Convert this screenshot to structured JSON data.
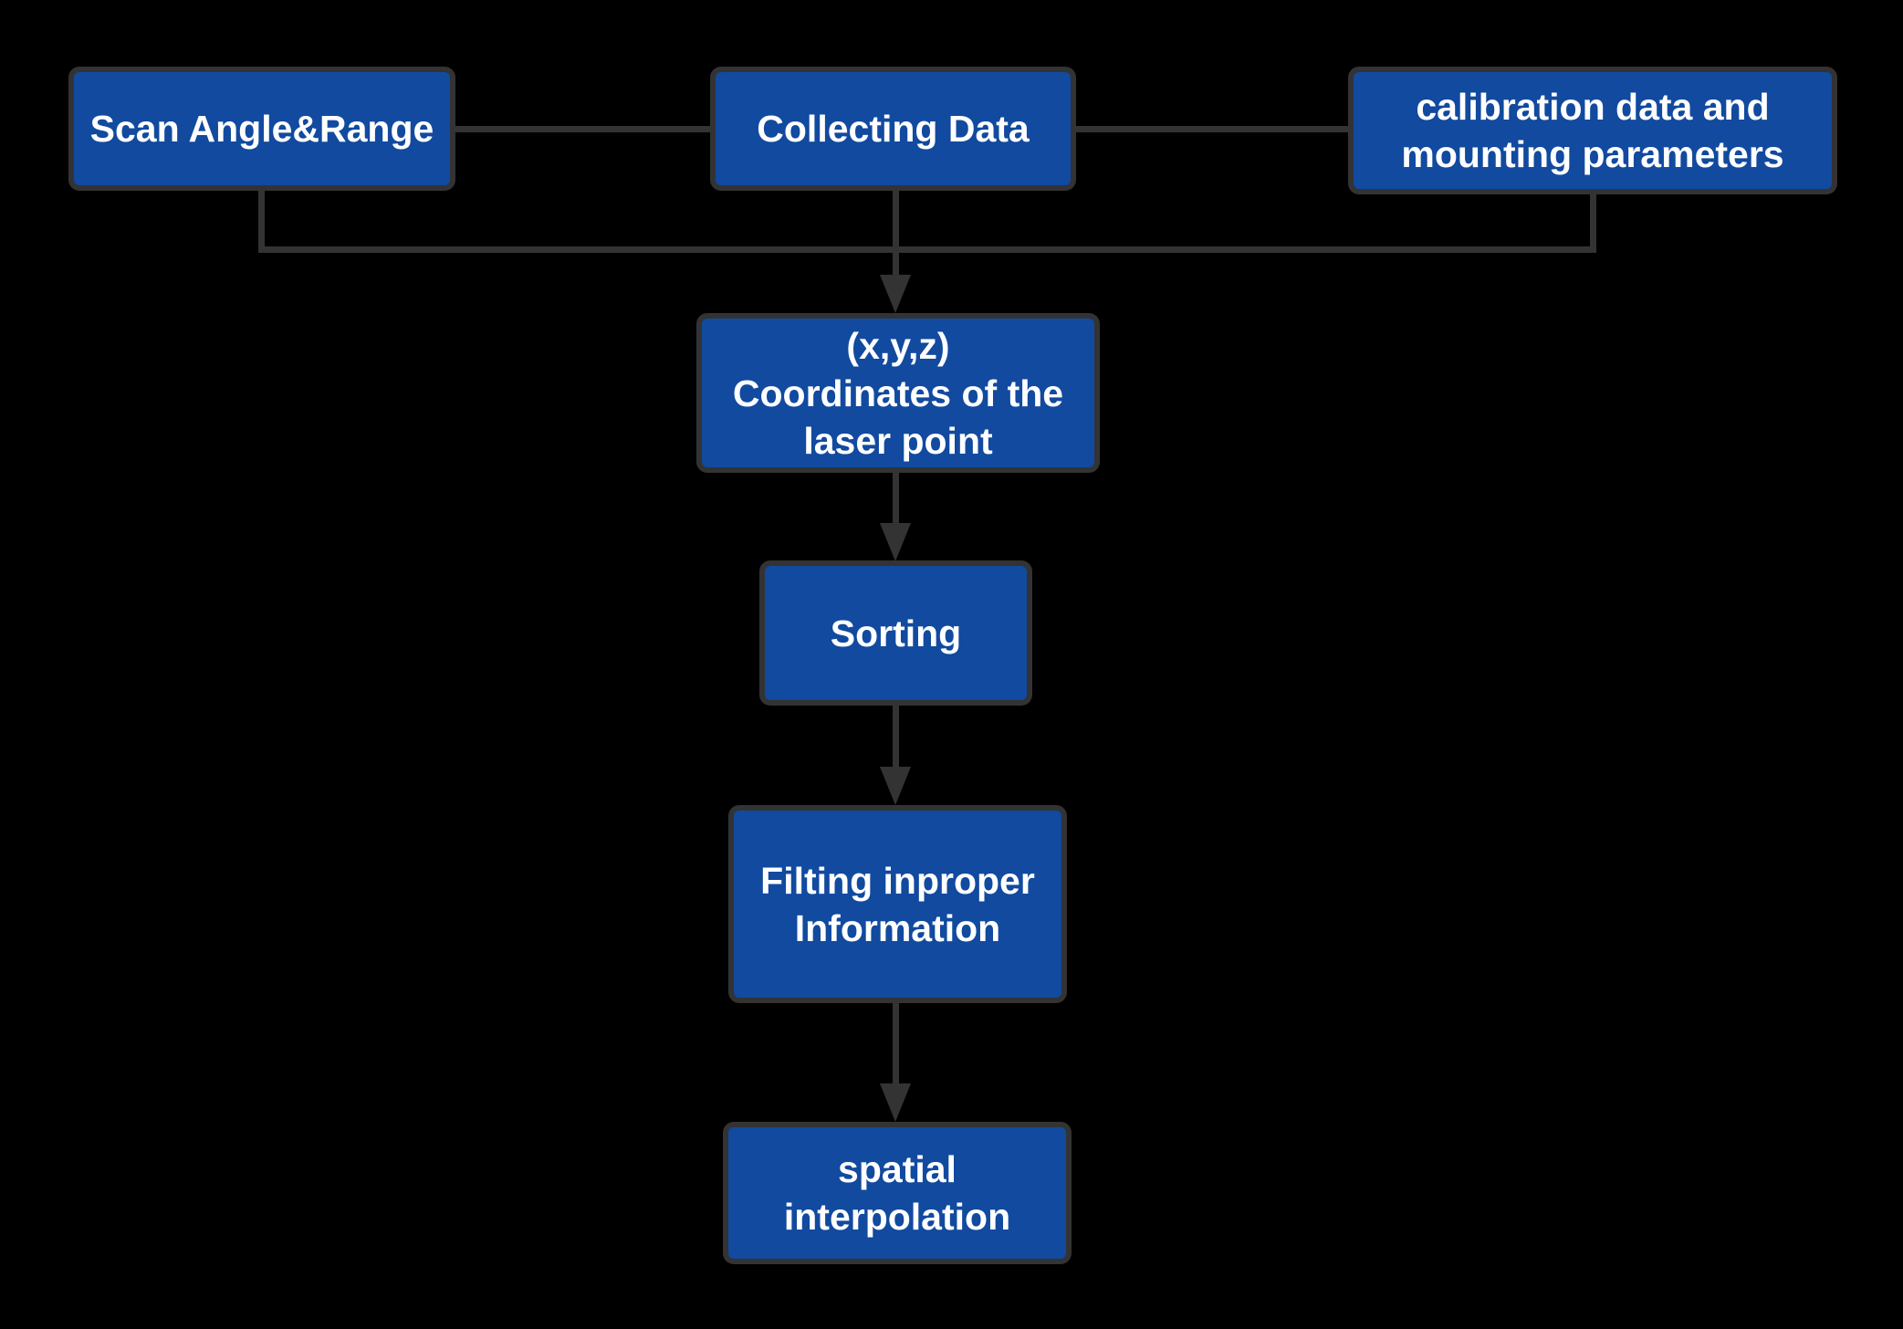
{
  "colors": {
    "background": "#000000",
    "node_fill": "#114A9F",
    "node_border": "#333333",
    "connector": "#333333",
    "node_text": "#FFFFFF"
  },
  "diagram": {
    "nodes": {
      "scan": {
        "label": "Scan Angle&Range"
      },
      "collecting": {
        "label": "Collecting Data"
      },
      "calibration": {
        "label": "calibration data and\nmounting parameters"
      },
      "coordinates": {
        "label": "(x,y,z)\nCoordinates of the\nlaser point"
      },
      "sorting": {
        "label": "Sorting"
      },
      "filting": {
        "label": "Filting inproper\nInformation"
      },
      "spatial": {
        "label": "spatial\ninterpolation"
      }
    },
    "edges": [
      {
        "from": "scan",
        "to": "collecting",
        "style": "plain-line"
      },
      {
        "from": "collecting",
        "to": "calibration",
        "style": "plain-line"
      },
      {
        "from": "scan",
        "to": "coordinates",
        "style": "merged-arrow"
      },
      {
        "from": "collecting",
        "to": "coordinates",
        "style": "merged-arrow"
      },
      {
        "from": "calibration",
        "to": "coordinates",
        "style": "merged-arrow"
      },
      {
        "from": "coordinates",
        "to": "sorting",
        "style": "arrow"
      },
      {
        "from": "sorting",
        "to": "filting",
        "style": "arrow"
      },
      {
        "from": "filting",
        "to": "spatial",
        "style": "arrow"
      }
    ]
  }
}
